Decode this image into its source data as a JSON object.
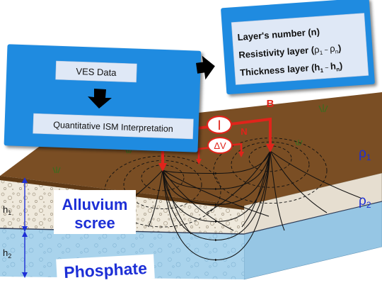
{
  "colors": {
    "box_blue": "#1f8be0",
    "box_inner": "#dfe8f6",
    "arrow_black": "#000000",
    "electrode_red": "#e0241b",
    "label_blue": "#1d2fd6",
    "soil_brown": "#7a4e24",
    "alluvium_fill": "#efe9dc",
    "phosphate_fill": "#a9d3ec",
    "field_line": "#111111"
  },
  "flow": {
    "box_left": {
      "input_label": "VES Data",
      "method_label": "Quantitative ISM Interpretation"
    },
    "box_right": {
      "line1": "Layer's number (n)",
      "line2": {
        "text": "Resistivity layer (",
        "sym": "ρ",
        "s1": "1",
        "sep": " ~ ",
        "sn": "n",
        "end": ")"
      },
      "line3": {
        "text": "Thickness layer (",
        "sym": "h",
        "s1": "1",
        "sep": " ~ ",
        "sn": "n",
        "end": ")"
      }
    }
  },
  "electrodes": {
    "A": "A",
    "B": "B",
    "M": "M",
    "N": "N",
    "current": "I",
    "potential": "ΔV"
  },
  "layers": {
    "rho1": {
      "sym": "ρ",
      "sub": "1"
    },
    "rho2": {
      "sym": "ρ",
      "sub": "2"
    },
    "h1": {
      "sym": "h",
      "sub": "1"
    },
    "h2": {
      "sym": "h",
      "sub": "2"
    },
    "alluvium_line1": "Alluvium",
    "alluvium_line2": "scree",
    "phosphate": "Phosphate"
  }
}
